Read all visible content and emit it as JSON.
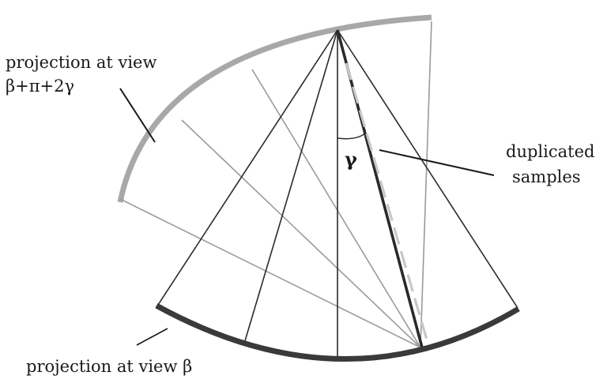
{
  "labels": {
    "projection_upper_line1": "projection at view",
    "projection_upper_line2": "β+π+2γ",
    "duplicated_line1": "duplicated",
    "duplicated_line2": "samples",
    "gamma": "γ",
    "projection_lower": "projection at view β"
  },
  "colors": {
    "upper_projection_arc": "#a8a8a8",
    "lower_projection_arc": "#3a3a3a",
    "upper_fan_rays": "#9a9a9a",
    "lower_fan_rays": "#2a2a2a",
    "duplicated_ray_dash": "#c8c8c8",
    "text": "#1a1a1a"
  }
}
